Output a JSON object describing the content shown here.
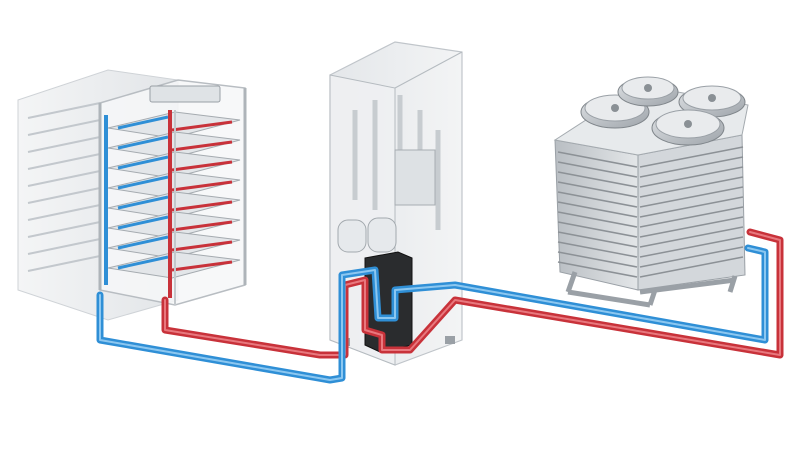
{
  "colors": {
    "background": "#ffffff",
    "hot_pipe": "#c8323a",
    "cold_pipe": "#2f8fd6",
    "frame_light": "#eef0f2",
    "frame_mid": "#d3d7db",
    "frame_dark": "#9aa0a6",
    "cdu_glass": "#e9ecee",
    "pump_dark": "#2a2c2e",
    "fin_dark": "#8c9196",
    "fin_light": "#c9cdd1"
  },
  "components": [
    {
      "name": "server-rack",
      "icon": "server-rack-icon"
    },
    {
      "name": "coolant-distribution-unit",
      "icon": "cdu-cabinet-icon"
    },
    {
      "name": "dry-cooler",
      "icon": "fan-cooler-icon"
    }
  ],
  "pipes": [
    {
      "name": "hot-return-line",
      "color_key": "hot_pipe"
    },
    {
      "name": "cold-supply-line",
      "color_key": "cold_pipe"
    }
  ]
}
